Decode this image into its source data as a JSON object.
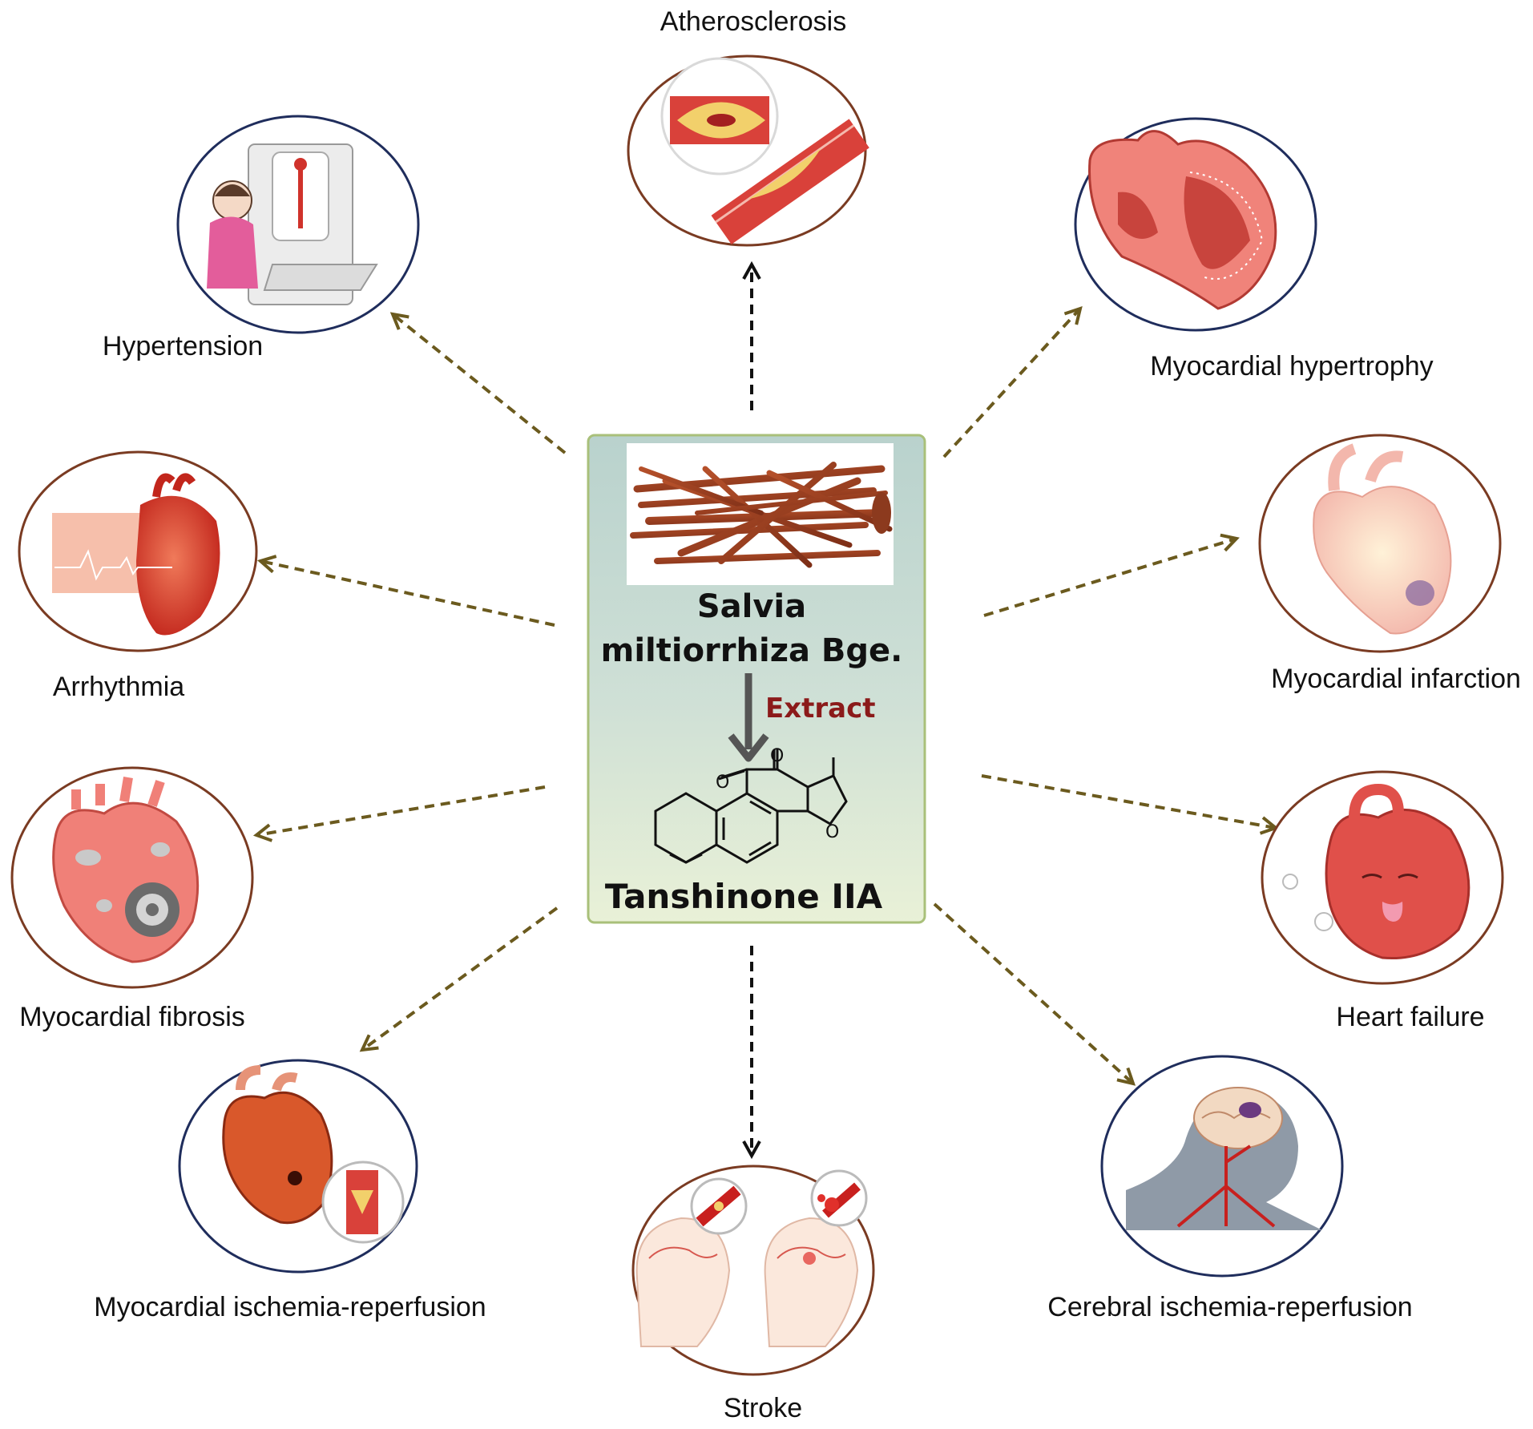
{
  "center": {
    "plant": "Salvia miltiorrhiza Bge.",
    "plant_line1": "Salvia",
    "plant_line2": "miltiorrhiza Bge.",
    "process": "Extract",
    "compound": "Tanshinone IIA"
  },
  "diseases": {
    "atherosclerosis": "Atherosclerosis",
    "hypertension": "Hypertension",
    "myocardial_hypertrophy": "Myocardial hypertrophy",
    "arrhythmia": "Arrhythmia",
    "myocardial_infarction": "Myocardial infarction",
    "myocardial_fibrosis": "Myocardial fibrosis",
    "heart_failure": "Heart failure",
    "myocardial_ischemia_reperfusion": "Myocardial ischemia-reperfusion",
    "cerebral_ischemia_reperfusion": "Cerebral ischemia-reperfusion",
    "stroke": "Stroke"
  },
  "colors": {
    "arrow_olive": "#6b5a1e",
    "arrow_black": "#111111",
    "circle_brown": "#7a3b22",
    "circle_navy": "#1f2d5c",
    "box_border": "#a9c07a",
    "extract_text": "#8b1a1a"
  },
  "icons": {
    "atherosclerosis": "artery-plaque-illustration",
    "hypertension": "blood-pressure-measurement-illustration",
    "myocardial_hypertrophy": "thickened-heart-illustration",
    "arrhythmia": "heart-ecg-illustration",
    "myocardial_infarction": "infarcted-heart-illustration",
    "myocardial_fibrosis": "fibrotic-heart-illustration",
    "heart_failure": "tired-heart-illustration",
    "myocardial_ischemia_reperfusion": "occluded-coronary-illustration",
    "cerebral_ischemia_reperfusion": "brain-vessels-illustration",
    "stroke": "brain-stroke-illustration"
  }
}
